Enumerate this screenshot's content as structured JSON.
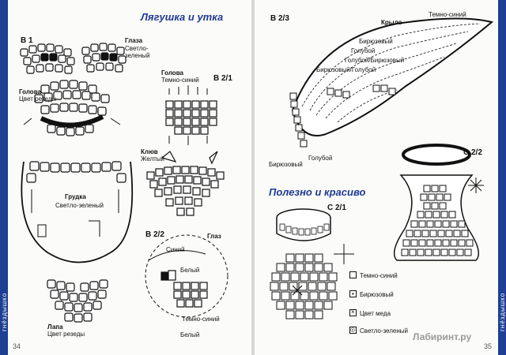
{
  "left": {
    "title": "Лягушка и утка",
    "edge_text": "гнёздышко",
    "page_number": "34",
    "steps": {
      "b1": "В 1",
      "b21": "В 2/1",
      "b22": "В 2/2"
    },
    "labels": {
      "glaza": "Глаза",
      "glaza_sub1": "Светло-",
      "glaza_sub2": "зеленый",
      "golova_left": "Голова",
      "golova_left_sub": "Цвет резеды",
      "golova_right": "Голова",
      "golova_right_sub": "Темно-синий",
      "klyuv": "Клюв",
      "klyuv_sub": "Желтый",
      "grudka": "Грудка",
      "grudka_sub": "Светло-зеленый",
      "glaz": "Глаз",
      "siniy": "Синий",
      "beliy1": "Белый",
      "temno_siniy": "Темно-синий",
      "beliy2": "Белый",
      "lapa": "Лапа",
      "lapa_sub": "Цвет резеды"
    }
  },
  "right": {
    "edge_text": "гнёздышко",
    "page_number": "35",
    "section_title": "Полезно и красиво",
    "steps": {
      "b23": "В 2/3",
      "c22": "С 2/2",
      "c21": "С 2/1"
    },
    "labels": {
      "krylo": "Крыло",
      "temno_siniy": "Темно-синий",
      "biryuzoviy1": "Бирюзовый",
      "goluboy1": "Голубой",
      "goluboy_biryuzoviy": "Голубой/Бирюзовый",
      "biryuzoviy_goluboy": "Бирюзовый/Голубой",
      "biryuzoviy2": "Бирюзовый",
      "goluboy2": "Голубой"
    },
    "legend": [
      {
        "symbol": "",
        "text": "Темно-синий"
      },
      {
        "symbol": "•",
        "text": "Бирюзовый"
      },
      {
        "symbol": "×",
        "text": "Цвет меда"
      },
      {
        "symbol": "◎",
        "text": "Светло-зеленый"
      }
    ],
    "watermark": "Лабиринт.ру"
  },
  "colors": {
    "accent": "#1f3a93",
    "ink": "#111111",
    "paper": "#fbfbf9"
  }
}
